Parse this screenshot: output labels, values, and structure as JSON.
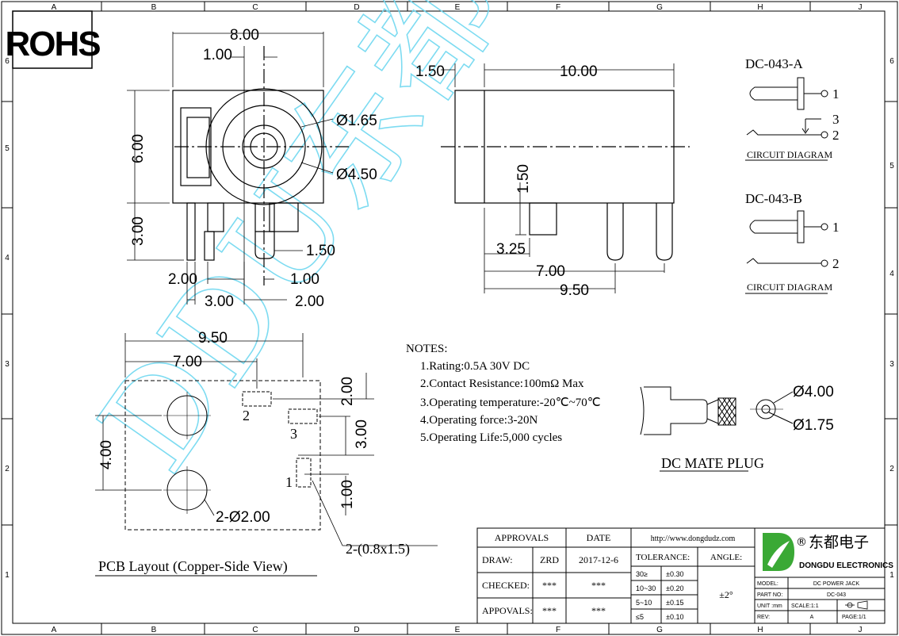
{
  "badge": "ROHS",
  "border": {
    "cols": [
      "A",
      "B",
      "C",
      "D",
      "E",
      "F",
      "G",
      "H",
      "J"
    ],
    "rows": [
      "6",
      "5",
      "4",
      "3",
      "2",
      "1"
    ]
  },
  "front": {
    "d_width": "8.00",
    "d_offset": "1.00",
    "d_height": "6.00",
    "d_pin": "3.00",
    "d_hole": "Ø1.65",
    "d_ring": "Ø4.50",
    "d_pinw": "1.50",
    "d_b1": "2.00",
    "d_b2": "1.00",
    "d_b3": "3.00",
    "d_b4": "2.00"
  },
  "side": {
    "d_lead": "1.50",
    "d_body": "10.00",
    "d_pinh": "1.50",
    "d_p1": "3.25",
    "d_p2": "7.00",
    "d_p3": "9.50"
  },
  "pcb": {
    "d_total": "9.50",
    "d_mid": "7.00",
    "d_v1": "2.00",
    "d_v2": "3.00",
    "d_v3": "4.00",
    "d_v4": "1.00",
    "hole_label": "2-Ø2.00",
    "slot_label": "2-(0.8x1.5)",
    "pin1": "1",
    "pin2": "2",
    "pin3": "3",
    "caption": "PCB Layout (Copper-Side View)"
  },
  "circuits": {
    "a_title": "DC-043-A",
    "a_pin1": "1",
    "a_pin3": "3",
    "a_pin2": "2",
    "b_title": "DC-043-B",
    "b_pin1": "1",
    "b_pin2": "2",
    "caption": "CIRCUIT DIAGRAM"
  },
  "notes": {
    "title": "NOTES:",
    "items": [
      "1.Rating:0.5A 30V DC",
      "2.Contact Resistance:100mΩ Max",
      "3.Operating temperature:-20℃~70℃",
      "4.Operating force:3-20N",
      "5.Operating Life:5,000 cycles"
    ]
  },
  "plug": {
    "d_outer": "Ø4.00",
    "d_inner": "Ø1.75",
    "caption": "DC MATE PLUG"
  },
  "watermark": "DDU东都",
  "titleblock": {
    "approvals": "APPROVALS",
    "date": "DATE",
    "url": "http://www.dongdudz.com",
    "draw": "DRAW:",
    "drawer": "ZRD",
    "draw_date": "2017-12-6",
    "checked": "CHECKED:",
    "checked_by": "***",
    "checked_date": "***",
    "appovals": "APPOVALS:",
    "appovals_by": "***",
    "appovals_date": "***",
    "tolerance": "TOLERANCE:",
    "angle": "ANGLE:",
    "angle_val": "±2°",
    "tol_rows": [
      {
        "range": "30≥",
        "value": "±0.30"
      },
      {
        "range": "10~30",
        "value": "±0.20"
      },
      {
        "range": "5~10",
        "value": "±0.15"
      },
      {
        "range": "≤5",
        "value": "±0.10"
      }
    ],
    "company_cn": "东都电子",
    "company_en": "DONGDU ELECTRONICS",
    "reg": "®",
    "model_label": "MODEL:",
    "model": "DC POWER JACK",
    "part_label": "PART NO:",
    "part": "DC-043",
    "unit_label": "UNIT :mm",
    "scale_label": "SCALE:1:1",
    "rev_label": "REV:",
    "rev": "A",
    "page_label": "PAGE:1/1"
  },
  "colors": {
    "watermark": "#6fd8f0",
    "logo": "#3aa935",
    "line": "#000000"
  }
}
